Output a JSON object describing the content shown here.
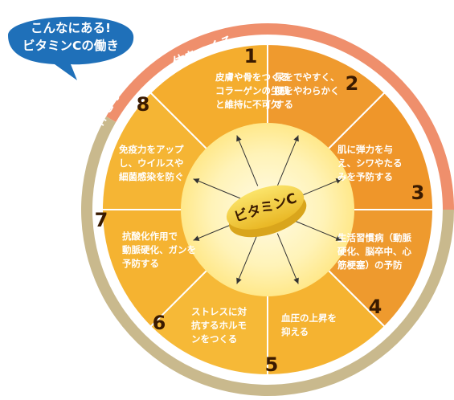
{
  "bubble": {
    "line1": "こんなにある!",
    "line2": "ビタミンCの働き"
  },
  "ring": {
    "outer_top": "体をつくる",
    "outer_left": "体を守る"
  },
  "center_label": "ビタミンC",
  "segments": [
    {
      "number": "1",
      "lines": [
        "皮膚や骨をつくる",
        "コラーゲンの生成",
        "と維持に不可欠"
      ]
    },
    {
      "number": "2",
      "lines": [
        "尿をでやすく、",
        "便をやわらかく",
        "する"
      ]
    },
    {
      "number": "3",
      "lines": [
        "肌に弾力を与",
        "え、シワやたる",
        "みを予防する"
      ]
    },
    {
      "number": "4",
      "lines": [
        "生活習慣病（動脈",
        "硬化、脳卒中、心",
        "筋梗塞）の予防"
      ]
    },
    {
      "number": "5",
      "lines": [
        "血圧の上昇を",
        "抑える"
      ]
    },
    {
      "number": "6",
      "lines": [
        "ストレスに対",
        "抗するホルモ",
        "ンをつくる"
      ]
    },
    {
      "number": "7",
      "lines": [
        "抗酸化作用で",
        "動脈硬化、ガンを",
        "予防する"
      ]
    },
    {
      "number": "8",
      "lines": [
        "免疫力をアップ",
        "し、ウイルスや",
        "細菌感染を防ぐ"
      ]
    }
  ],
  "colors": {
    "ring_top": "#ef8f6c",
    "ring_bottom": "#c9b98d",
    "seg_odd": "#ec9a2c",
    "seg_even": "#f3ad2f",
    "seg_warm": "#e98f28",
    "bubble": "#1f70b9",
    "tablet": "#f4cf3c"
  }
}
